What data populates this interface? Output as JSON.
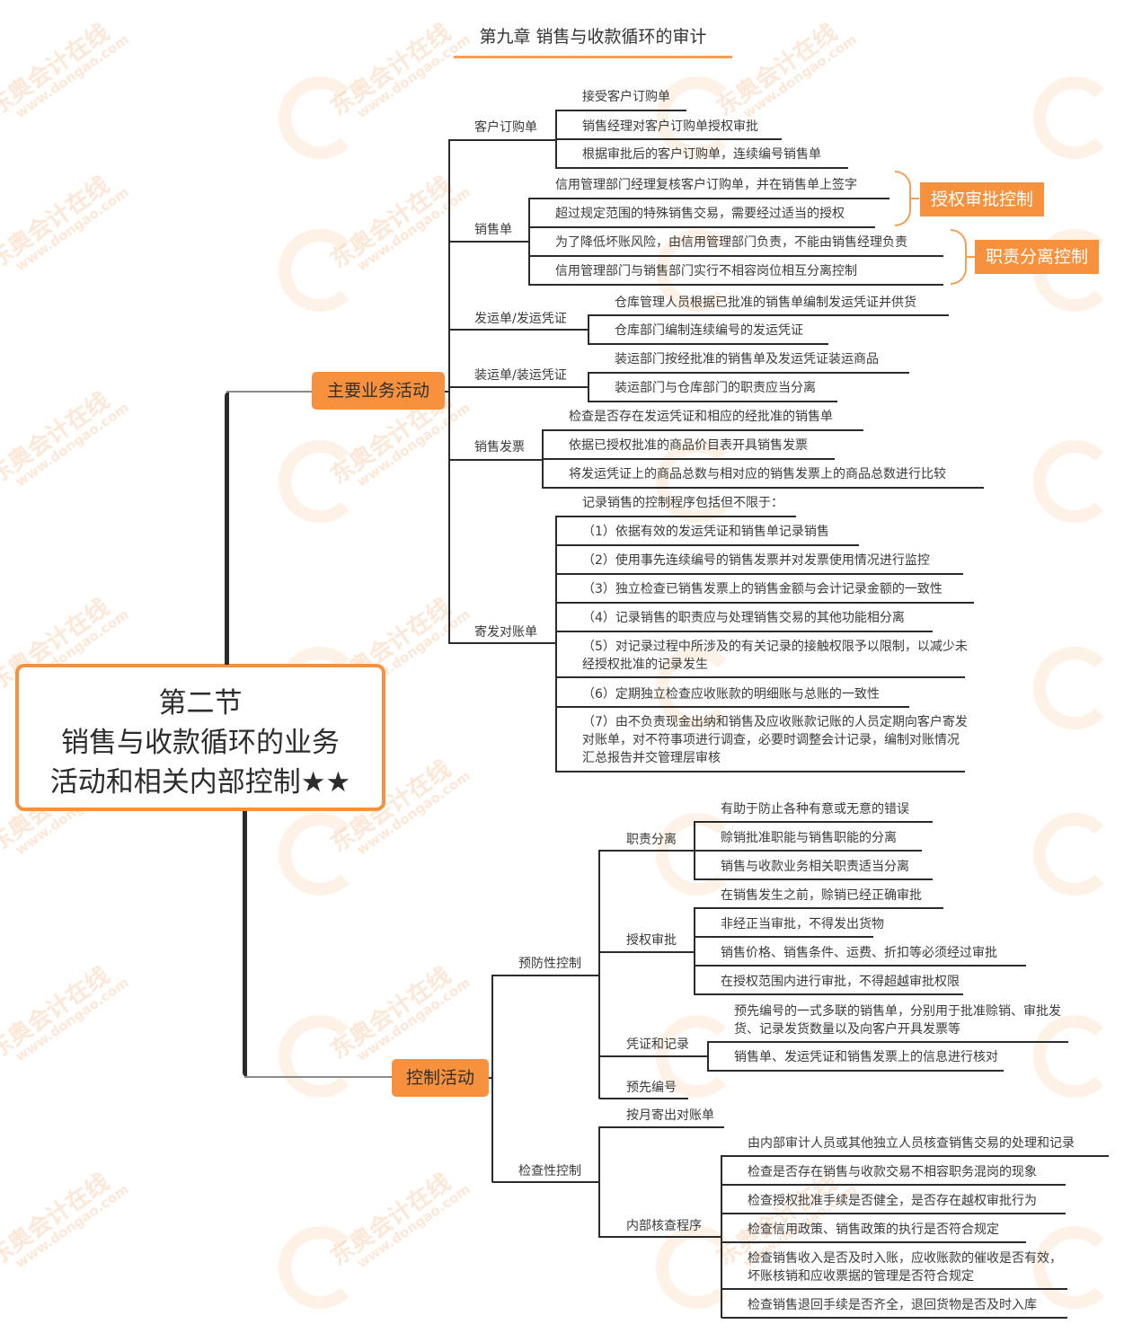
{
  "header": {
    "title": "第九章 销售与收款循环的审计"
  },
  "root": {
    "lines": [
      "第二节",
      "销售与收款循环的业务",
      "活动和相关内部控制★★"
    ]
  },
  "watermark": {
    "brand": "东奥会计在线",
    "url": "www.dongao.com"
  },
  "colors": {
    "accent": "#f7913d",
    "line": "#2b2b2b",
    "text": "#3a3a3a"
  },
  "main_activities": {
    "label": "主要业务活动",
    "groups": [
      {
        "label": "客户订购单",
        "items": [
          "接受客户订购单",
          "销售经理对客户订购单授权审批",
          "根据审批后的客户订购单，连续编号销售单"
        ]
      },
      {
        "label": "销售单",
        "items": [
          "信用管理部门经理复核客户订购单，并在销售单上签字",
          "超过规定范围的特殊销售交易，需要经过适当的授权",
          "为了降低坏账风险，由信用管理部门负责，不能由销售经理负责",
          "信用管理部门与销售部门实行不相容岗位相互分离控制"
        ],
        "tags": [
          "授权审批控制",
          "职责分离控制"
        ]
      },
      {
        "label": "发运单/发运凭证",
        "items": [
          "仓库管理人员根据已批准的销售单编制发运凭证并供货",
          "仓库部门编制连续编号的发运凭证"
        ]
      },
      {
        "label": "装运单/装运凭证",
        "items": [
          "装运部门按经批准的销售单及发运凭证装运商品",
          "装运部门与仓库部门的职责应当分离"
        ]
      },
      {
        "label": "销售发票",
        "items": [
          "检查是否存在发运凭证和相应的经批准的销售单",
          "依据已授权批准的商品价目表开具销售发票",
          "将发运凭证上的商品总数与相对应的销售发票上的商品总数进行比较"
        ]
      },
      {
        "label": "寄发对账单",
        "items": [
          "记录销售的控制程序包括但不限于：",
          "（1）依据有效的发运凭证和销售单记录销售",
          "（2）使用事先连续编号的销售发票并对发票使用情况进行监控",
          "（3）独立检查已销售发票上的销售金额与会计记录金额的一致性",
          "（4）记录销售的职责应与处理销售交易的其他功能相分离",
          "（5）对记录过程中所涉及的有关记录的接触权限予以限制，以减少未经授权批准的记录发生",
          "（6）定期独立检查应收账款的明细账与总账的一致性",
          "（7）由不负责现金出纳和销售及应收账款记账的人员定期向客户寄发对账单，对不符事项进行调查，必要时调整会计记录，编制对账情况汇总报告并交管理层审核"
        ]
      }
    ]
  },
  "control_activities": {
    "label": "控制活动",
    "preventive": {
      "label": "预防性控制",
      "groups": [
        {
          "label": "职责分离",
          "items": [
            "有助于防止各种有意或无意的错误",
            "赊销批准职能与销售职能的分离",
            "销售与收款业务相关职责适当分离"
          ]
        },
        {
          "label": "授权审批",
          "items": [
            "在销售发生之前，赊销已经正确审批",
            "非经正当审批，不得发出货物",
            "销售价格、销售条件、运费、折扣等必须经过审批",
            "在授权范围内进行审批，不得超越审批权限"
          ]
        },
        {
          "label": "凭证和记录",
          "items": [
            "预先编号的一式多联的销售单，分别用于批准赊销、审批发货、记录发货数量以及向客户开具发票等",
            "销售单、发运凭证和销售发票上的信息进行核对"
          ]
        },
        {
          "label": "预先编号",
          "items": []
        }
      ]
    },
    "detective": {
      "label": "检查性控制",
      "groups": [
        {
          "label": "按月寄出对账单",
          "items": []
        },
        {
          "label": "内部核查程序",
          "items": [
            "由内部审计人员或其他独立人员核查销售交易的处理和记录",
            "检查是否存在销售与收款交易不相容职务混岗的现象",
            "检查授权批准手续是否健全，是否存在越权审批行为",
            "检查信用政策、销售政策的执行是否符合规定",
            "检查销售收入是否及时入账，应收账款的催收是否有效，坏账核销和应收票据的管理是否符合规定",
            "检查销售退回手续是否齐全，退回货物是否及时入库"
          ]
        }
      ]
    }
  }
}
